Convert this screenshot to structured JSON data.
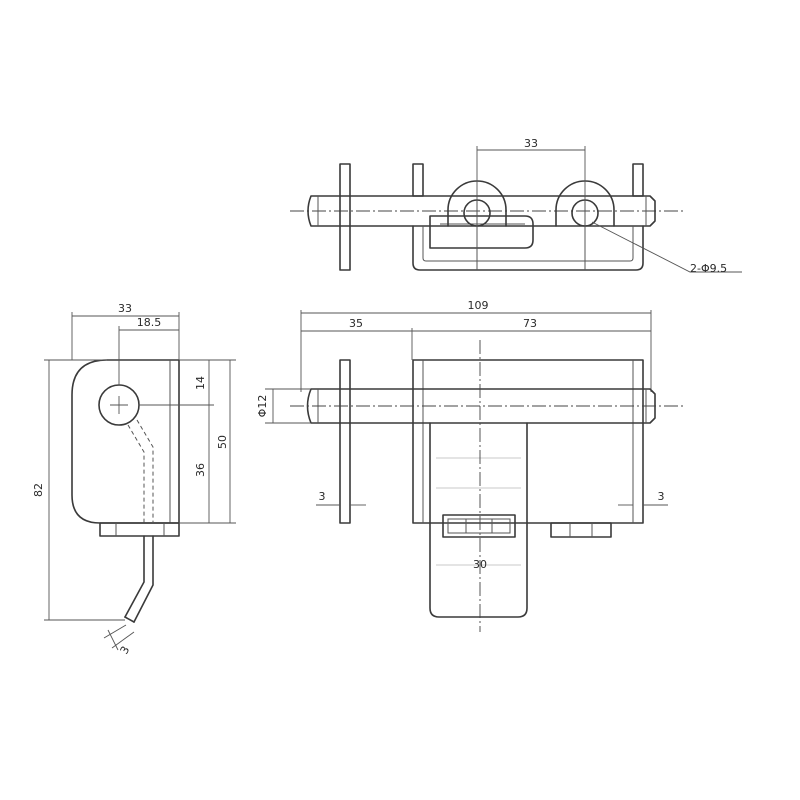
{
  "dimensions": {
    "top_spacing": "33",
    "top_hole": "2-Φ9.5",
    "overall_length": "109",
    "left_section": "35",
    "right_section": "73",
    "pin_diameter": "Φ12",
    "left_plate_thickness": "3",
    "right_plate_thickness": "3",
    "handle_width": "30",
    "side_width": "33",
    "side_hole_offset": "18.5",
    "side_height": "82",
    "side_top_offset": "14",
    "side_bracket_height": "50",
    "side_lower": "36",
    "side_rod_thickness": "3"
  }
}
